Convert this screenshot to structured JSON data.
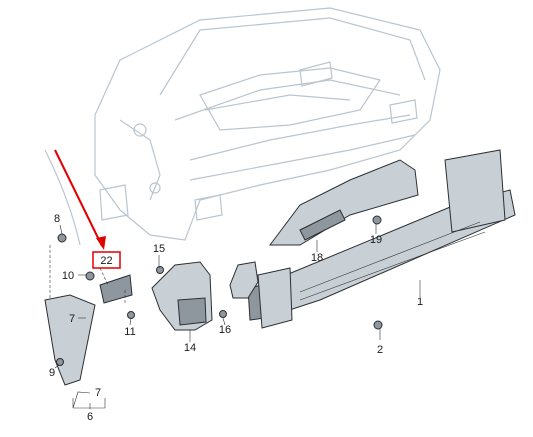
{
  "labels": {
    "l1": "1",
    "l2": "2",
    "l6": "6",
    "l7a": "7",
    "l7b": "7",
    "l8": "8",
    "l9": "9",
    "l10": "10",
    "l11": "11",
    "l14": "14",
    "l15": "15",
    "l16": "16",
    "l18": "18",
    "l19": "19",
    "l22": "22"
  },
  "colors": {
    "body_outline": "#b9c5cf",
    "part_fill": "#c8d0d6",
    "highlight": "#e00000"
  }
}
